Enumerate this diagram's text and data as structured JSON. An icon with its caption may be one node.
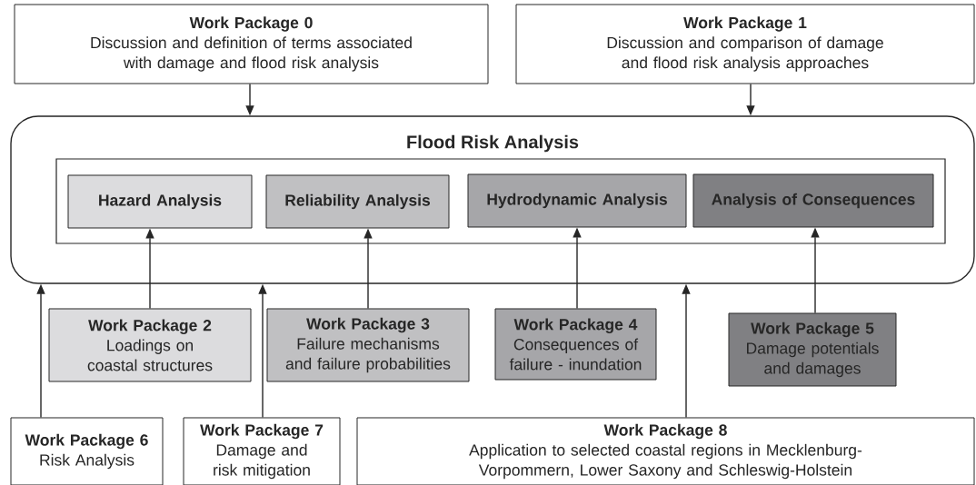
{
  "diagram": {
    "nodes": [
      {
        "text": [
          "Work Package 0",
          "Discussion and definition of terms associated with damage and flood risk analysis"
        ]
      },
      {
        "text": [
          "Work Package 1",
          "Discussion and comparison of damage and flood risk analysis approaches"
        ]
      },
      {
        "text": [
          "Flood Risk Analysis"
        ]
      },
      {
        "text": [],
        "shape": "box",
        "in": 2
      },
      {
        "text": [
          "Hazard Analysis"
        ],
        "in": 3
      },
      {
        "text": [
          "Reliability Analysis"
        ],
        "in": 3
      },
      {
        "text": [
          "Hydrodynamic Analysis"
        ],
        "in": 3
      },
      {
        "text": [
          "Analysis of Consequences"
        ],
        "in": 3
      },
      {
        "text": [
          "Work Package 2",
          "Loadings on coastal structures"
        ]
      },
      {
        "text": [
          "Work Package 3",
          "Failure mechanisms and failure probabilities"
        ]
      },
      {
        "text": [
          "Work Package 4",
          "Consequences of failure - inundation"
        ]
      },
      {
        "text": [
          "Work Package 5",
          "Damage potentials and damages"
        ]
      },
      {
        "text": [
          "Work Package 6",
          "Risk Analysis"
        ]
      },
      {
        "text": [
          "Work Package 7",
          "Damage and risk mitigation"
        ]
      },
      {
        "text": [
          "Work Package 8",
          "Application to selected coastal regions in Mecklenburg-Vorpommern, Lower Saxony and Schleswig-Holstein"
        ]
      }
    ],
    "edges": [
      {
        "from": 0,
        "to": 2,
        "arrow": "to"
      },
      {
        "from": 1,
        "to": 2,
        "arrow": "to"
      },
      {
        "from": 8,
        "to": 4,
        "arrow": "to"
      },
      {
        "from": 9,
        "to": 5,
        "arrow": "to"
      },
      {
        "from": 10,
        "to": 6,
        "arrow": "to"
      },
      {
        "from": 11,
        "to": 7,
        "arrow": "to"
      },
      {
        "from": 12,
        "to": 2,
        "arrow": "to"
      },
      {
        "from": 13,
        "to": 2,
        "arrow": "to"
      },
      {
        "from": 14,
        "to": 2,
        "arrow": "to"
      }
    ]
  }
}
